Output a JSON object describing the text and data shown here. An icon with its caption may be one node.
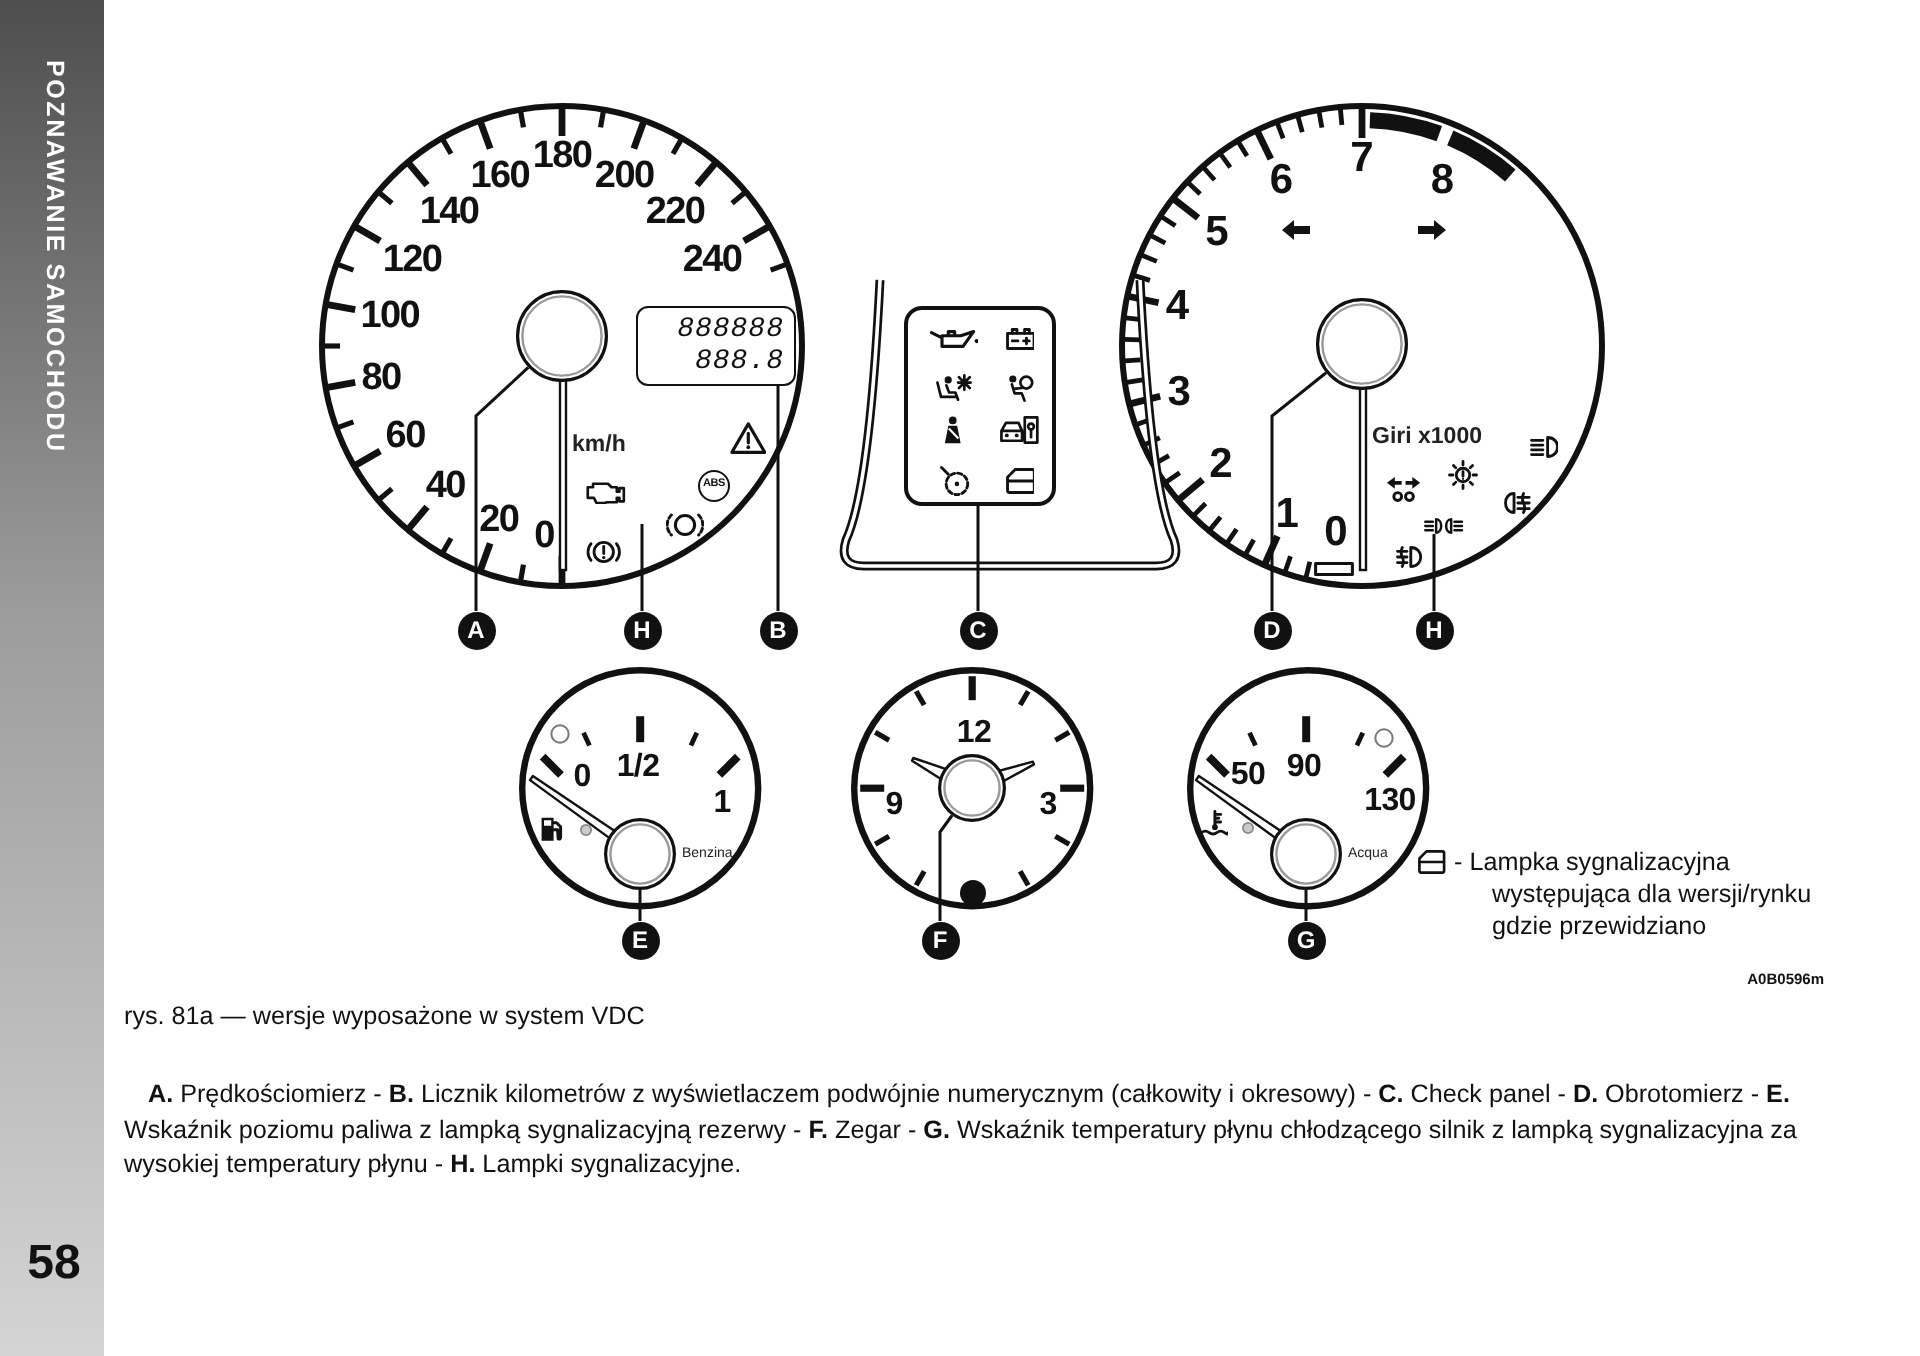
{
  "diagram": {
    "caption": "rys. 81a — wersje wyposażone w system VDC",
    "nodes": [
      {
        "text": [],
        "shape": "circle"
      },
      {
        "text": [
          "888888",
          "888.8"
        ]
      },
      {
        "text": [],
        "shape": "box"
      },
      {
        "text": [],
        "shape": "circle"
      },
      {
        "text": [],
        "shape": "picture"
      },
      {
        "text": [
          "A"
        ]
      },
      {
        "text": [
          "H"
        ]
      },
      {
        "text": [
          "B"
        ]
      },
      {
        "text": [
          "C"
        ]
      },
      {
        "text": [
          "D"
        ]
      },
      {
        "text": [
          "H"
        ]
      },
      {
        "text": [],
        "shape": "circle",
        "beside": [
          "Benzina"
        ]
      },
      {
        "text": [],
        "shape": "circle"
      },
      {
        "text": [],
        "shape": "circle",
        "beside": [
          "Acqua"
        ]
      },
      {
        "text": [
          "E"
        ]
      },
      {
        "text": [
          "F"
        ]
      },
      {
        "text": [
          "G"
        ]
      }
    ],
    "edges": [
      {
        "from": 5,
        "to": 0,
        "arrow": "none"
      },
      {
        "from": 6,
        "to": null,
        "arrow": "none"
      },
      {
        "from": 7,
        "to": 1,
        "arrow": "none"
      },
      {
        "from": 8,
        "to": 2,
        "arrow": "none"
      },
      {
        "from": 9,
        "to": 3,
        "arrow": "none"
      },
      {
        "from": 10,
        "to": 4,
        "arrow": "none"
      },
      {
        "from": 14,
        "to": 11,
        "arrow": "none"
      },
      {
        "from": 15,
        "to": 12,
        "arrow": "none"
      },
      {
        "from": 16,
        "to": 13,
        "arrow": "none"
      }
    ],
    "labels": [
      "POZNAWANIE SAMOCHODU",
      "160",
      "180",
      "200",
      "140",
      "220",
      "120",
      "240",
      "100",
      "80",
      "60",
      "km/h",
      "ABS",
      "40",
      "20",
      "0",
      "7",
      "6",
      "8",
      "5",
      "4",
      "3",
      "Giri x1000",
      "2",
      "1",
      "0",
      "0",
      "1/2",
      "1",
      "12",
      "9",
      "3",
      "50",
      "90",
      "130",
      "A0B0596m",
      "**A.** Prędkościomierz - **B.** Licznik kilometrów z wyświetlaczem podwójnie numerycznym (całkowity i okresowy) - **C.** Check panel - **D.** Obrotomierz - **E.** Wskaźnik poziomu paliwa z lampką sygnalizacyjną rezerwy - **F.** Zegar - **G.** Wskaźnik temperatury płynu chłodzącego silnik z lampką sygnalizacyjna za wysokiej temperatury płynu - **H.** Lampki sygnalizacyjne.",
      "58"
    ],
    "legend": [
      {
        "text": "- Lampka sygnalizacyjna występująca dla wersji/rynku gdzie przewidziano"
      }
    ]
  }
}
